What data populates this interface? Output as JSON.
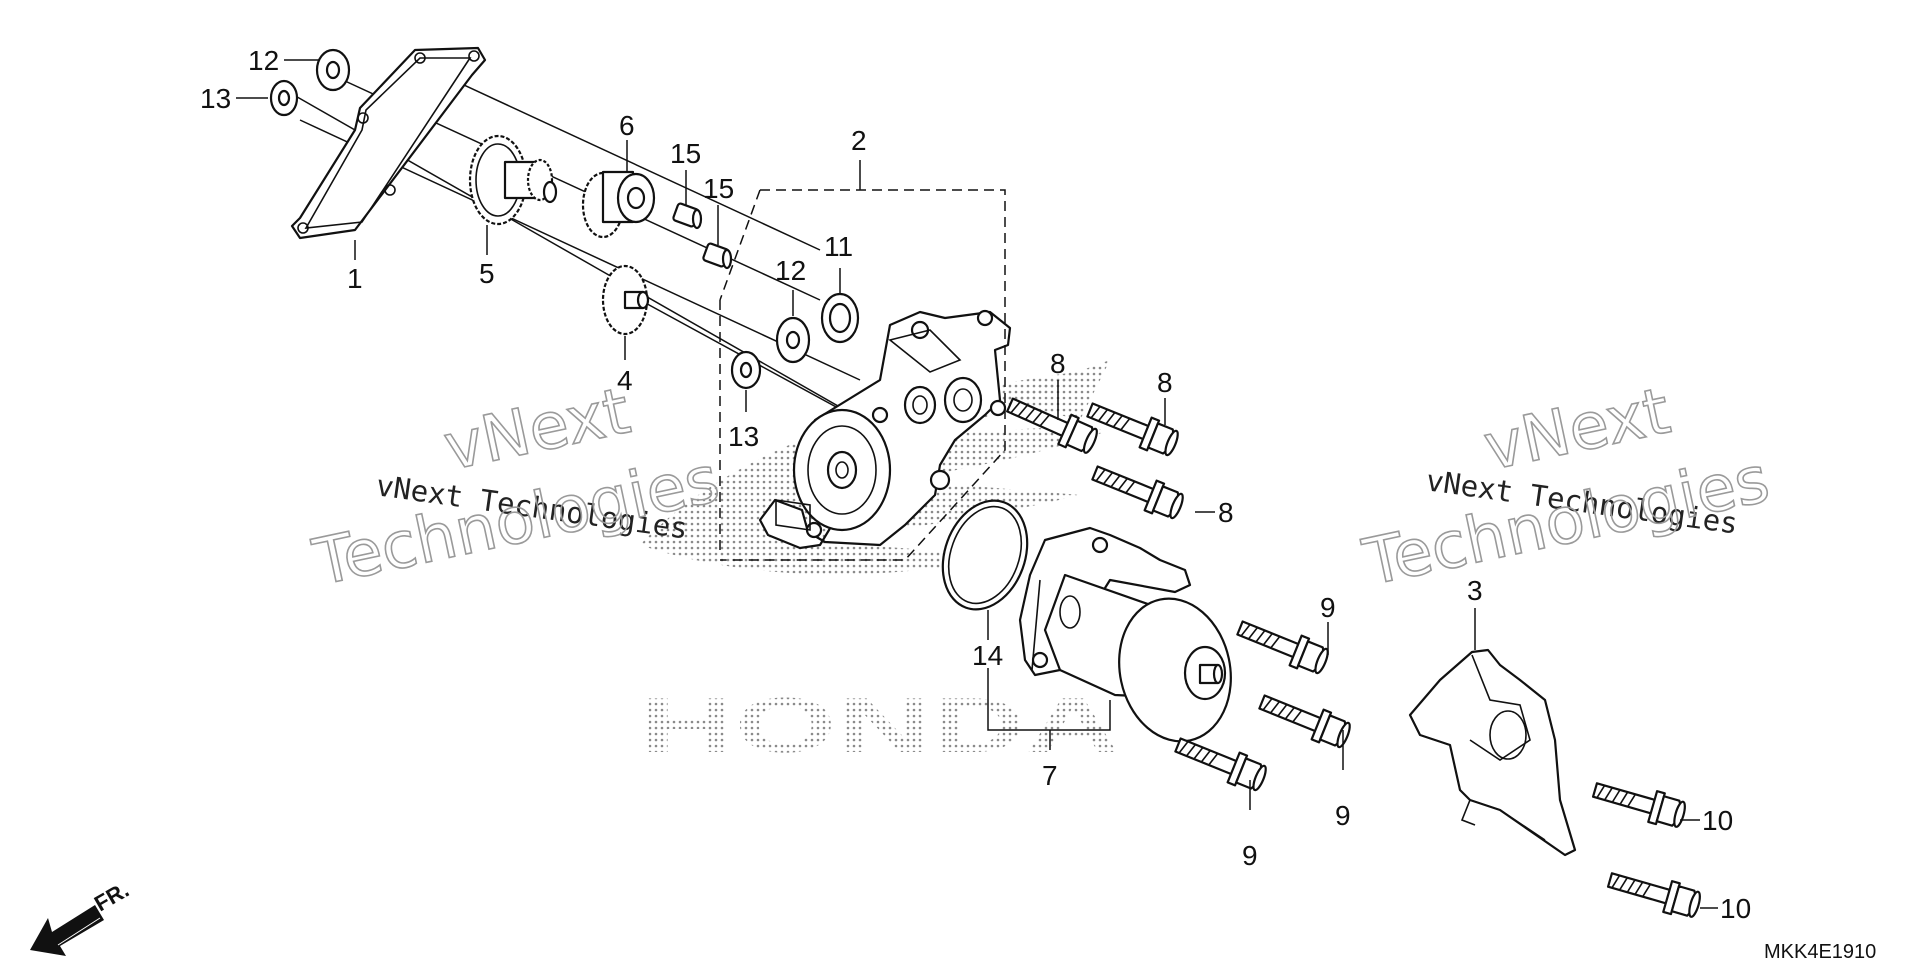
{
  "labels": {
    "p1": "1",
    "p2": "2",
    "p3": "3",
    "p4": "4",
    "p5": "5",
    "p6": "6",
    "p7": "7",
    "p8a": "8",
    "p8b": "8",
    "p8c": "8",
    "p9a": "9",
    "p9b": "9",
    "p9c": "9",
    "p10a": "10",
    "p10b": "10",
    "p11": "11",
    "p12a": "12",
    "p12b": "12",
    "p13a": "13",
    "p13b": "13",
    "p14": "14",
    "p15a": "15",
    "p15b": "15"
  },
  "watermark": {
    "line1": "vNext Technologies",
    "big_top": "vNext",
    "big_bottom": "Technologies"
  },
  "logo_text": "HONDA",
  "direction": "FR.",
  "diagram_code": "MKK4E1910"
}
